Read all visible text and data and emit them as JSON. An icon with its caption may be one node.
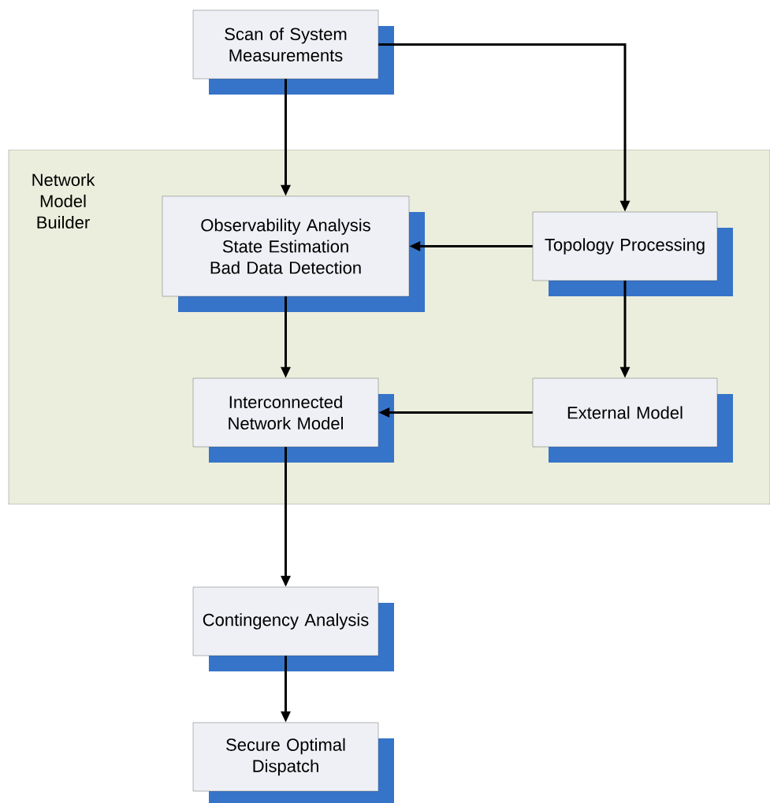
{
  "diagram": {
    "nodes": [
      {
        "text": [
          "Scan of System Measurements"
        ]
      },
      {
        "text": [
          "Network Model Builder"
        ]
      },
      {
        "text": [
          "Observability Analysis",
          "State Estimation",
          "Bad Data Detection"
        ],
        "in": 1
      },
      {
        "text": [
          "Topology Processing"
        ],
        "in": 1
      },
      {
        "text": [
          "Interconnected Network Model"
        ],
        "in": 1
      },
      {
        "text": [
          "External Model"
        ],
        "in": 1
      },
      {
        "text": [
          "Contingency Analysis"
        ]
      },
      {
        "text": [
          "Secure Optimal Dispatch"
        ]
      }
    ],
    "edges": [
      {
        "from": 0,
        "to": 2,
        "arrow": "to"
      },
      {
        "from": 0,
        "to": 3,
        "arrow": "to"
      },
      {
        "from": 3,
        "to": 2,
        "arrow": "to"
      },
      {
        "from": 2,
        "to": 4,
        "arrow": "to"
      },
      {
        "from": 3,
        "to": 5,
        "arrow": "to"
      },
      {
        "from": 5,
        "to": 4,
        "arrow": "to"
      },
      {
        "from": 4,
        "to": 6,
        "arrow": "to"
      },
      {
        "from": 6,
        "to": 7,
        "arrow": "to"
      }
    ]
  }
}
